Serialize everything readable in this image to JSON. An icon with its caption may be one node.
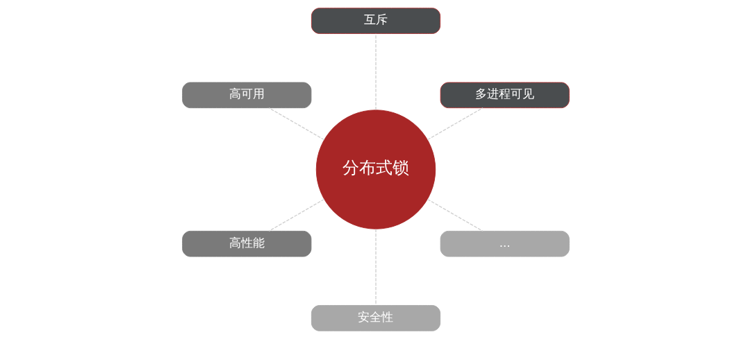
{
  "diagram": {
    "nodes": [
      {
        "text": [
          "分布式锁"
        ]
      },
      {
        "text": [
          "多进程可见"
        ]
      },
      {
        "text": [
          "互斥"
        ]
      },
      {
        "text": [
          "高可用"
        ]
      },
      {
        "text": [
          "高性能"
        ]
      },
      {
        "text": [
          "安全性"
        ]
      },
      {
        "text": [
          "..."
        ]
      }
    ],
    "edges": [
      {
        "from": 0,
        "to": 1,
        "arrow": "none",
        "style": "dashed"
      },
      {
        "from": 0,
        "to": 2,
        "arrow": "none",
        "style": "dashed"
      },
      {
        "from": 0,
        "to": 3,
        "arrow": "none",
        "style": "dashed"
      },
      {
        "from": 0,
        "to": 4,
        "arrow": "none",
        "style": "dashed"
      },
      {
        "from": 0,
        "to": 5,
        "arrow": "none",
        "style": "dashed"
      },
      {
        "from": 0,
        "to": 6,
        "arrow": "none",
        "style": "dashed"
      }
    ]
  }
}
